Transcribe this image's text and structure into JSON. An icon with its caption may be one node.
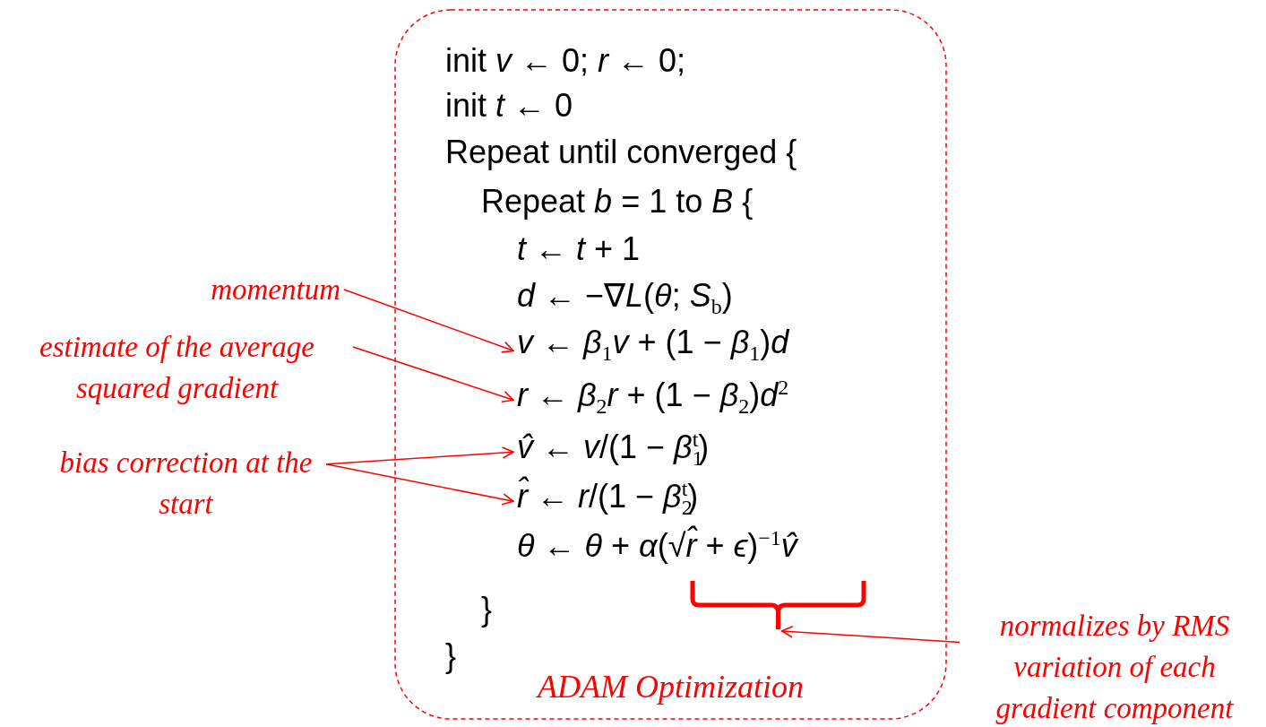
{
  "diagram": {
    "nodes": [
      {
        "text": [
          "ADAM Optimization"
        ]
      },
      {
        "text": [
          "init *v* ← 0; *r* ← 0;"
        ],
        "in": 0
      },
      {
        "text": [
          "init *t* ← 0"
        ],
        "in": 0
      },
      {
        "text": [
          "Repeat until converged {"
        ],
        "in": 0
      },
      {
        "text": [
          "Repeat *b* = 1 to *B* {"
        ],
        "in": 0
      },
      {
        "text": [
          "*t* ← *t* + 1"
        ],
        "in": 0
      },
      {
        "text": [
          "*d* ← −∇*L*(*θ*; *S*$_{b}$)"
        ],
        "in": 0
      },
      {
        "text": [
          "*v* ← *β*$_{1}$*v* + (1 − *β*$_{1}$)*d*"
        ],
        "in": 0
      },
      {
        "text": [
          "*r* ← *β*$_{2}$*r* + (1 − *β*$_{2}$)*d*$^{2}$"
        ],
        "in": 0
      },
      {
        "text": [
          "*v̂* ← *v*/(1 − *β*$_{1}$$^{t}$)"
        ],
        "in": 0
      },
      {
        "text": [
          "*r̂* ← *r*/(1 − *β*$_{2}$$^{t}$)"
        ],
        "in": 0
      },
      {
        "text": [
          "*θ* ← *θ* + *α*(√*r̂* + *ϵ*)$^{−1}$*v̂*"
        ],
        "in": 0
      },
      {
        "text": [],
        "shape": "bracket",
        "in": 0
      },
      {
        "text": [
          "}"
        ],
        "in": 0
      },
      {
        "text": [
          "}"
        ],
        "in": 0
      },
      {
        "text": [
          "momentum"
        ]
      },
      {
        "text": [
          "estimate of the average squared gradient"
        ]
      },
      {
        "text": [
          "bias correction at the start"
        ]
      },
      {
        "text": [
          "normalizes by RMS variation of each gradient component"
        ]
      }
    ],
    "edges": [
      {
        "from": 15,
        "to": 7,
        "arrow": "to"
      },
      {
        "from": 16,
        "to": 8,
        "arrow": "to"
      },
      {
        "from": 17,
        "to": 9,
        "arrow": "to"
      },
      {
        "from": 17,
        "to": 10,
        "arrow": "to"
      },
      {
        "from": 18,
        "to": 12,
        "arrow": "to"
      }
    ]
  }
}
